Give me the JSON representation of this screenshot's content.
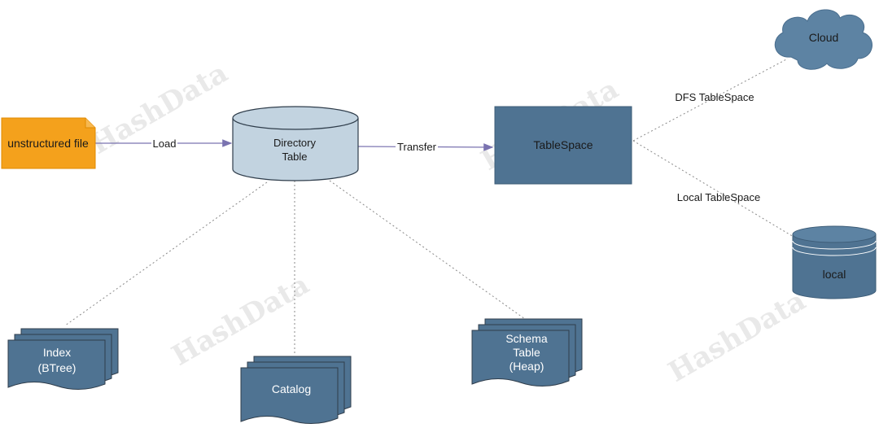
{
  "watermark": "HashData",
  "colors": {
    "file_fill": "#f4a11c",
    "directory_fill": "#c2d3e0",
    "node_fill": "#4f7392",
    "cloud_fill": "#5d83a3",
    "arrow": "#7a73b0",
    "dotted": "#8a8a8a"
  },
  "nodes": {
    "unstructured_file": "unstructured file",
    "directory_table": [
      "Directory",
      "Table"
    ],
    "tablespace": "TableSpace",
    "cloud": "Cloud",
    "local": "local",
    "index": [
      "Index",
      "(BTree)"
    ],
    "catalog": "Catalog",
    "schema_table": [
      "Schema",
      "Table",
      "(Heap)"
    ]
  },
  "edges": {
    "load": "Load",
    "transfer": "Transfer",
    "dfs_tablespace": "DFS TableSpace",
    "local_tablespace": "Local TableSpace"
  }
}
